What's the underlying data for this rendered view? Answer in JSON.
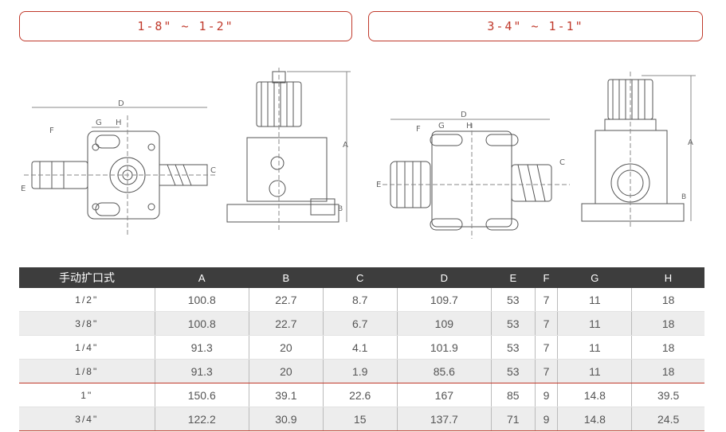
{
  "headers": {
    "left_range": "1-8\" ~ 1-2\"",
    "right_range": "3-4\" ~ 1-1\""
  },
  "drawing_labels": {
    "A": "A",
    "B": "B",
    "C": "C",
    "D": "D",
    "E": "E",
    "F": "F",
    "G": "G",
    "H": "H"
  },
  "table": {
    "columns": [
      "手动扩口式",
      "A",
      "B",
      "C",
      "D",
      "E",
      "F",
      "G",
      "H"
    ],
    "rows": [
      [
        "1/2\"",
        "100.8",
        "22.7",
        "8.7",
        "109.7",
        "53",
        "7",
        "11",
        "18"
      ],
      [
        "3/8\"",
        "100.8",
        "22.7",
        "6.7",
        "109",
        "53",
        "7",
        "11",
        "18"
      ],
      [
        "1/4\"",
        "91.3",
        "20",
        "4.1",
        "101.9",
        "53",
        "7",
        "11",
        "18"
      ],
      [
        "1/8\"",
        "91.3",
        "20",
        "1.9",
        "85.6",
        "53",
        "7",
        "11",
        "18"
      ],
      [
        "1\"",
        "150.6",
        "39.1",
        "22.6",
        "167",
        "85",
        "9",
        "14.8",
        "39.5"
      ],
      [
        "3/4\"",
        "122.2",
        "30.9",
        "15",
        "137.7",
        "71",
        "9",
        "14.8",
        "24.5"
      ]
    ]
  },
  "colors": {
    "accent": "#c0392b",
    "header_bg": "#3d3d3d"
  }
}
